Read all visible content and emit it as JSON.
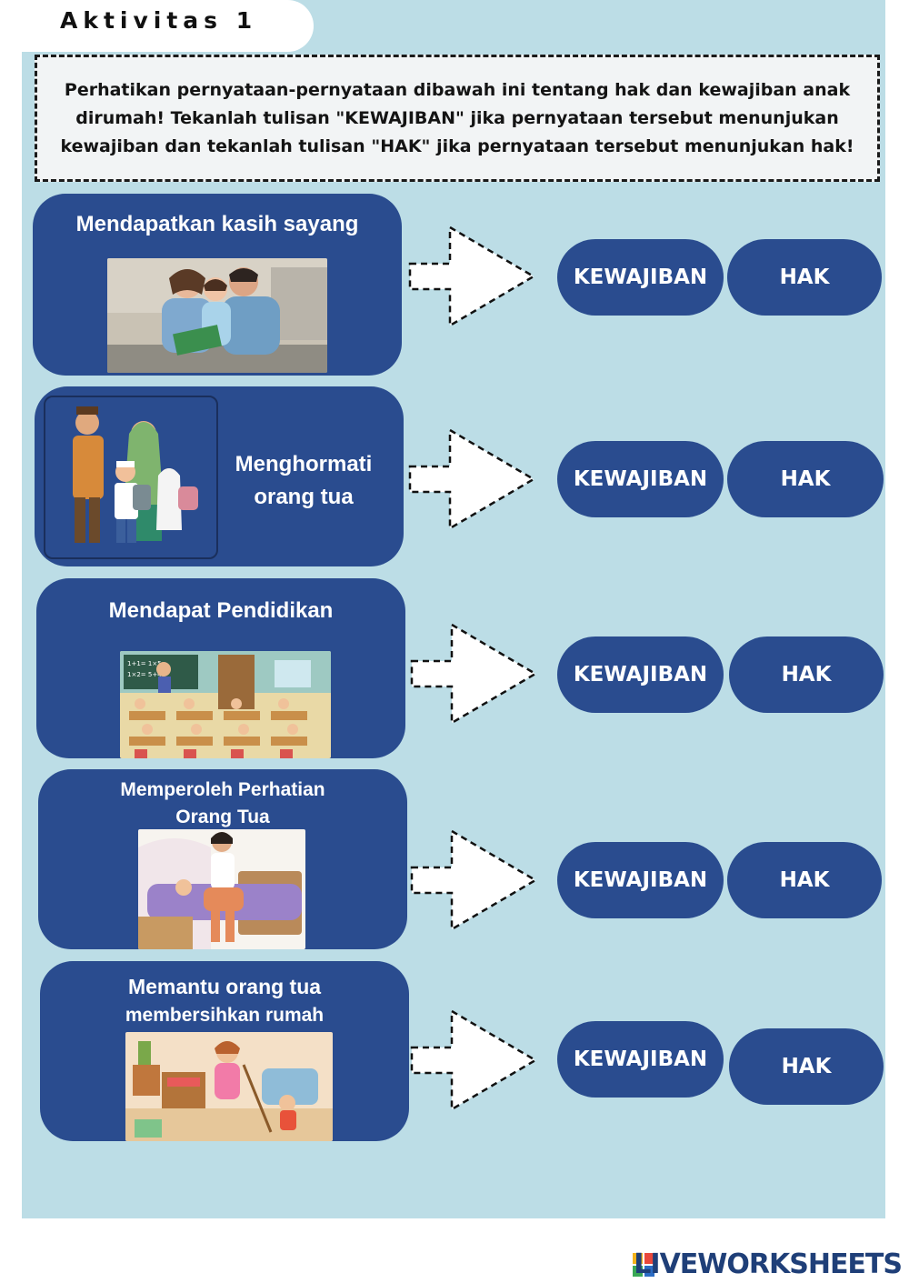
{
  "header": {
    "title": "Aktivitas 1",
    "instruction": "Perhatikan pernyataan-pernyataan dibawah ini tentang hak dan kewajiban anak dirumah! Tekanlah tulisan \"KEWAJIBAN\" jika pernyataan tersebut menunjukan kewajiban dan tekanlah tulisan \"HAK\" jika pernyataan tersebut menunjukan hak!"
  },
  "items": [
    {
      "line1": "Mendapatkan kasih sayang",
      "line2": "",
      "image": "family-hug-photo",
      "opt_a": "KEWAJIBAN",
      "opt_b": "HAK"
    },
    {
      "line1": "Menghormati",
      "line2": "orang tua",
      "image": "child-greeting-parents-illustration",
      "opt_a": "KEWAJIBAN",
      "opt_b": "HAK"
    },
    {
      "line1": "Mendapat Pendidikan",
      "line2": "",
      "image": "classroom-illustration",
      "opt_a": "KEWAJIBAN",
      "opt_b": "HAK"
    },
    {
      "line1": "Memperoleh Perhatian",
      "line2": "Orang Tua",
      "image": "mother-caring-sick-child-illustration",
      "opt_a": "KEWAJIBAN",
      "opt_b": "HAK"
    },
    {
      "line1": "Memantu orang tua",
      "line2": "membersihkan rumah",
      "image": "children-cleaning-house-illustration",
      "opt_a": "KEWAJIBAN",
      "opt_b": "HAK"
    }
  ],
  "footer": {
    "brand": "LIVEWORKSHEETS"
  },
  "colors": {
    "background": "#bcdde6",
    "card": "#2a4c8f",
    "button": "#2a4c8f"
  }
}
